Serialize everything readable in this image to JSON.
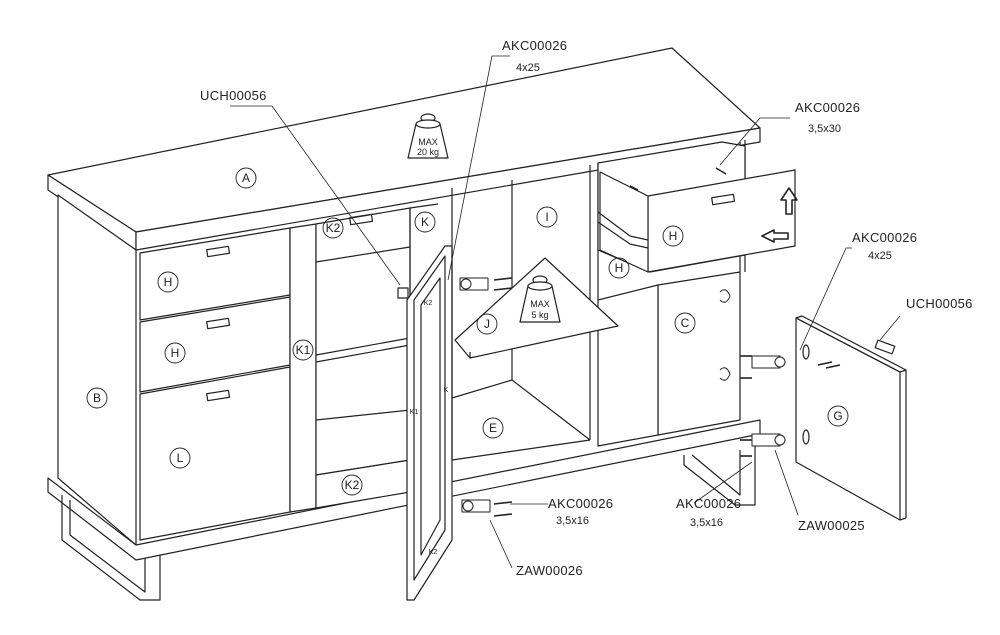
{
  "parts": {
    "A": "A",
    "B": "B",
    "C": "C",
    "E": "E",
    "G": "G",
    "H": "H",
    "I": "I",
    "J": "J",
    "K": "K",
    "K1": "K1",
    "K2": "K2",
    "L": "L"
  },
  "callouts": {
    "uch_top": "UCH00056",
    "akc_top": "AKC00026",
    "akc_top_size": "4x25",
    "akc_drawer": "AKC00026",
    "akc_drawer_size": "3,5x30",
    "akc_right": "AKC00026",
    "akc_right_size": "4x25",
    "uch_right": "UCH00056",
    "akc_bottom_mid": "AKC00026",
    "akc_bottom_mid_size": "3,5x16",
    "zaw_mid": "ZAW00026",
    "akc_bottom_right": "AKC00026",
    "akc_bottom_right_size": "3,5x16",
    "zaw_right": "ZAW00025"
  },
  "weights": {
    "top_max": "MAX",
    "top_load": "20 kg",
    "shelf_max": "MAX",
    "shelf_load": "5 kg"
  }
}
